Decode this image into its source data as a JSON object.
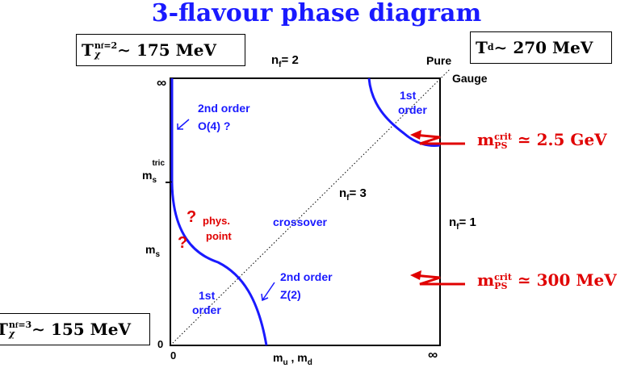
{
  "title": "3-flavour phase diagram",
  "boxes": {
    "tchi2": {
      "T": "T",
      "sup": "n",
      "supsub": "f",
      "supeq": "=2",
      "sub": "χ",
      "rest": " ∼ 175 MeV"
    },
    "td": {
      "T": "T",
      "sub": "d",
      "rest": " ∼ 270 MeV"
    },
    "tchi3": {
      "T": "T",
      "sup": "n",
      "supsub": "f",
      "supeq": "=3",
      "sub": "χ",
      "rest": " ∼ 155 MeV"
    }
  },
  "labels": {
    "nf2": "n",
    "nf2_sub": "f",
    "nf2_rest": "= 2",
    "pure": "Pure",
    "gauge": "Gauge",
    "nf3": "n",
    "nf3_sub": "f",
    "nf3_rest": "= 3",
    "nf1": "n",
    "nf1_sub": "f",
    "nf1_rest": "= 1",
    "inf_top": "∞",
    "inf_right": "∞",
    "zero_left": "0",
    "zero_bottom": "0",
    "ms_tric": "m",
    "ms_tric_sub": "s",
    "ms_tric_sup": "tric",
    "ms": "m",
    "ms_sub": "s",
    "mud": "m",
    "mud_sub1": "u",
    "mud_mid": " , m",
    "mud_sub2": "d"
  },
  "regions": {
    "second_order_o4_line1": "2nd order",
    "second_order_o4_line2": "O(4) ?",
    "first_order_top_line1": "1st",
    "first_order_top_line2": "order",
    "crossover": "crossover",
    "second_order_z2_line1": "2nd order",
    "second_order_z2_line2": "Z(2)",
    "first_order_bottom_line1": "1st",
    "first_order_bottom_line2": "order"
  },
  "physical_point": {
    "q1": "?",
    "q2": "?",
    "line1": "phys.",
    "line2": "point"
  },
  "mps": {
    "upper": {
      "m": "m",
      "sup": "crit",
      "sub": "PS",
      "rest": " ≃ 2.5 GeV"
    },
    "lower": {
      "m": "m",
      "sup": "crit",
      "sub": "PS",
      "rest": " ≃ 300 MeV"
    }
  },
  "colors": {
    "curve": "#1a1aff",
    "arrow": "#e00000",
    "text": "#000000"
  }
}
